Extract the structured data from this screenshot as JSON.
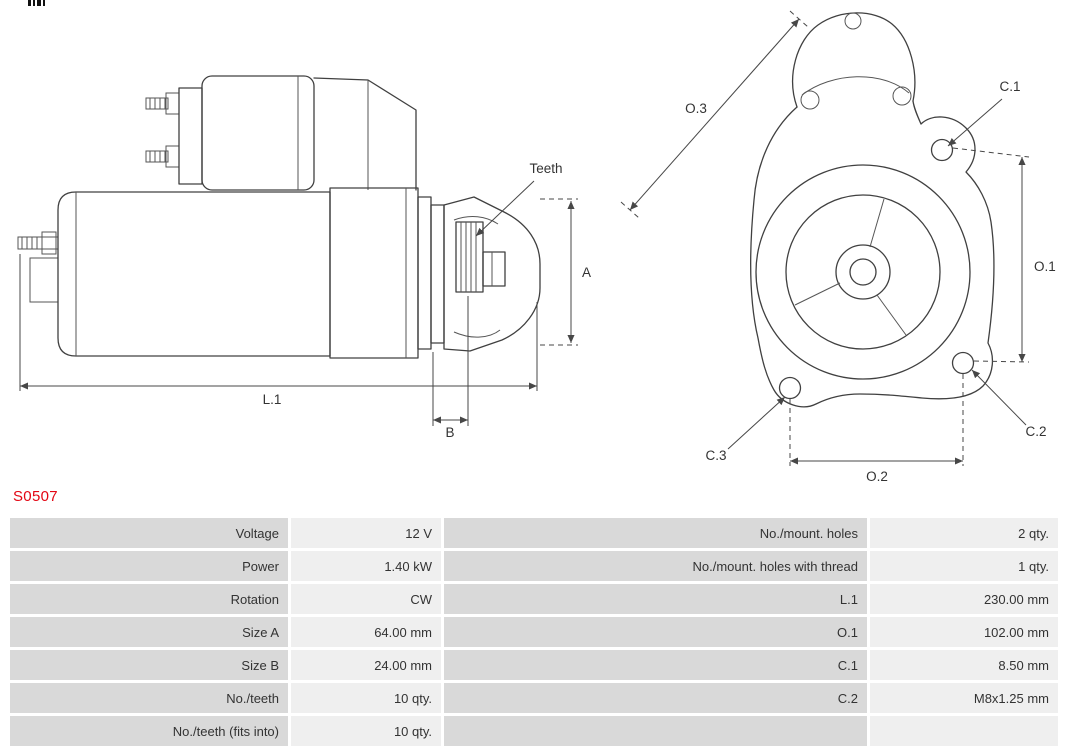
{
  "part_number": "S0507",
  "colors": {
    "part_number_red": "#e30613",
    "table_label_bg": "#d9d9d9",
    "table_value_bg": "#efefef"
  },
  "diagram": {
    "labels": {
      "teeth": "Teeth",
      "a": "A",
      "b": "B",
      "l1": "L.1",
      "o1": "O.1",
      "o2": "O.2",
      "o3": "O.3",
      "c1": "C.1",
      "c2": "C.2",
      "c3": "C.3"
    }
  },
  "specs": {
    "rows": [
      {
        "label_left": "Voltage",
        "value_left": "12 V",
        "label_right": "No./mount. holes",
        "value_right": "2 qty."
      },
      {
        "label_left": "Power",
        "value_left": "1.40 kW",
        "label_right": "No./mount. holes with thread",
        "value_right": "1 qty."
      },
      {
        "label_left": "Rotation",
        "value_left": "CW",
        "label_right": "L.1",
        "value_right": "230.00 mm"
      },
      {
        "label_left": "Size A",
        "value_left": "64.00 mm",
        "label_right": "O.1",
        "value_right": "102.00 mm"
      },
      {
        "label_left": "Size B",
        "value_left": "24.00 mm",
        "label_right": "C.1",
        "value_right": "8.50 mm"
      },
      {
        "label_left": "No./teeth",
        "value_left": "10 qty.",
        "label_right": "C.2",
        "value_right": "M8x1.25 mm"
      },
      {
        "label_left": "No./teeth (fits into)",
        "value_left": "10 qty.",
        "label_right": "",
        "value_right": ""
      }
    ]
  }
}
